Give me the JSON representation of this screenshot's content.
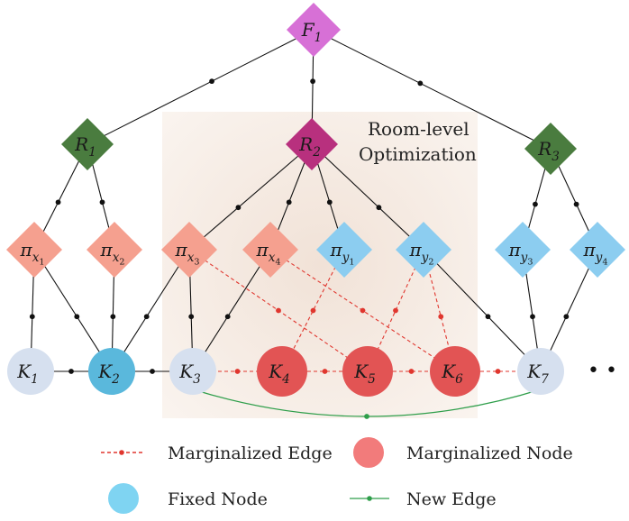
{
  "room_label": {
    "line1": "Room-level",
    "line2": "Optimization"
  },
  "nodes": {
    "F1": {
      "base": "F",
      "sub": "1"
    },
    "R1": {
      "base": "R",
      "sub": "1"
    },
    "R2": {
      "base": "R",
      "sub": "2"
    },
    "R3": {
      "base": "R",
      "sub": "3"
    },
    "px1": {
      "base": "π",
      "sub": "x",
      "subsub": "1"
    },
    "px2": {
      "base": "π",
      "sub": "x",
      "subsub": "2"
    },
    "px3": {
      "base": "π",
      "sub": "x",
      "subsub": "3"
    },
    "px4": {
      "base": "π",
      "sub": "x",
      "subsub": "4"
    },
    "py1": {
      "base": "π",
      "sub": "y",
      "subsub": "1"
    },
    "py2": {
      "base": "π",
      "sub": "y",
      "subsub": "2"
    },
    "py3": {
      "base": "π",
      "sub": "y",
      "subsub": "3"
    },
    "py4": {
      "base": "π",
      "sub": "y",
      "subsub": "4"
    },
    "K1": {
      "base": "K",
      "sub": "1"
    },
    "K2": {
      "base": "K",
      "sub": "2"
    },
    "K3": {
      "base": "K",
      "sub": "3"
    },
    "K4": {
      "base": "K",
      "sub": "4"
    },
    "K5": {
      "base": "K",
      "sub": "5"
    },
    "K6": {
      "base": "K",
      "sub": "6"
    },
    "K7": {
      "base": "K",
      "sub": "7"
    }
  },
  "ellipsis": "• •",
  "legend": {
    "marginalized_edge": "Marginalized Edge",
    "marginalized_node": "Marginalized Node",
    "fixed_node": "Fixed Node",
    "new_edge": "New Edge"
  },
  "colors": {
    "floor_node": "#d770d6",
    "room_node_side": "#4a7c3f",
    "room_node_center": "#b8307e",
    "pi_x": "#f5a08f",
    "pi_y": "#8ccdf0",
    "keyframe_default": "#d6e0ef",
    "keyframe_fixed": "#5ab8dc",
    "keyframe_marginalized": "#e25454",
    "marginalized_edge": "#e0362e",
    "new_edge": "#2e9e4a",
    "room_box": "#f3e7df"
  }
}
